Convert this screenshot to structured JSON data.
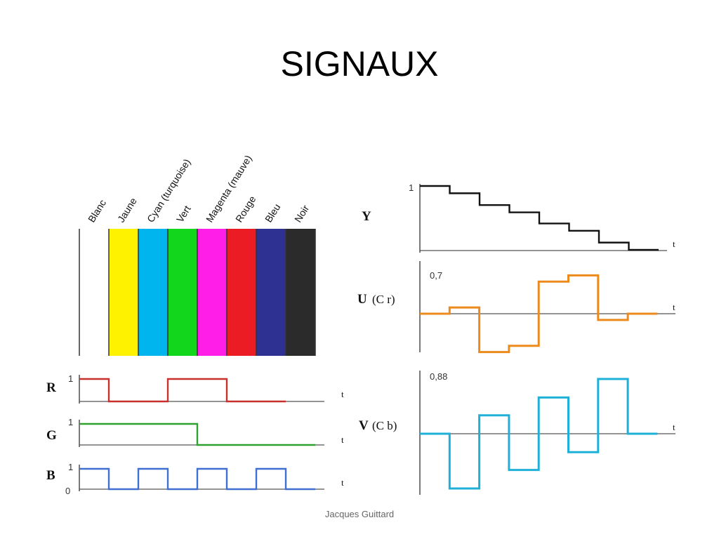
{
  "title": "SIGNAUX",
  "footer": "Jacques Guittard",
  "colors": {
    "axis": "#222222",
    "R": "#c8302e",
    "G": "#2ea12e",
    "B": "#3f6fd1",
    "Y": "#111111",
    "U": "#ec8a1c",
    "V": "#1fb0d8"
  },
  "bars": [
    {
      "name": "Blanc",
      "color": "#ffffff"
    },
    {
      "name": "Jaune",
      "color": "#fff200"
    },
    {
      "name": "Cyan (turquoise)",
      "color": "#00b4ee"
    },
    {
      "name": "Vert",
      "color": "#11d61b"
    },
    {
      "name": "Magenta (mauve)",
      "color": "#ff1ee8"
    },
    {
      "name": "Rouge",
      "color": "#ec1c24"
    },
    {
      "name": "Bleu",
      "color": "#2e3192"
    },
    {
      "name": "Noir",
      "color": "#2b2b2b"
    }
  ],
  "signals": {
    "R": {
      "label": "R",
      "max_label": "1",
      "t_label": "t",
      "values": [
        1,
        0,
        0,
        1,
        1,
        0,
        0
      ]
    },
    "G": {
      "label": "G",
      "max_label": "1",
      "t_label": "t",
      "values": [
        1,
        1,
        1,
        1,
        0,
        0,
        0,
        0
      ]
    },
    "B": {
      "label": "B",
      "max_label": "1",
      "zero_label": "0",
      "t_label": "t",
      "values": [
        1,
        0,
        1,
        0,
        1,
        0,
        1,
        0
      ]
    },
    "Y": {
      "label": "Y",
      "max_label": "1",
      "t_label": "t",
      "values": [
        1.0,
        0.886,
        0.701,
        0.587,
        0.413,
        0.299,
        0.114,
        0.0
      ]
    },
    "U": {
      "label": "U",
      "label_suffix": "(C r)",
      "max_label": "0,7",
      "t_label": "t",
      "values": [
        0.0,
        0.114,
        -0.701,
        -0.587,
        0.587,
        0.701,
        -0.114,
        0.0
      ]
    },
    "V": {
      "label": "V",
      "label_suffix": "(C b)",
      "max_label": "0,88",
      "t_label": "t",
      "values": [
        0.0,
        -0.886,
        0.299,
        -0.587,
        0.587,
        -0.299,
        0.886,
        0.0
      ]
    }
  }
}
